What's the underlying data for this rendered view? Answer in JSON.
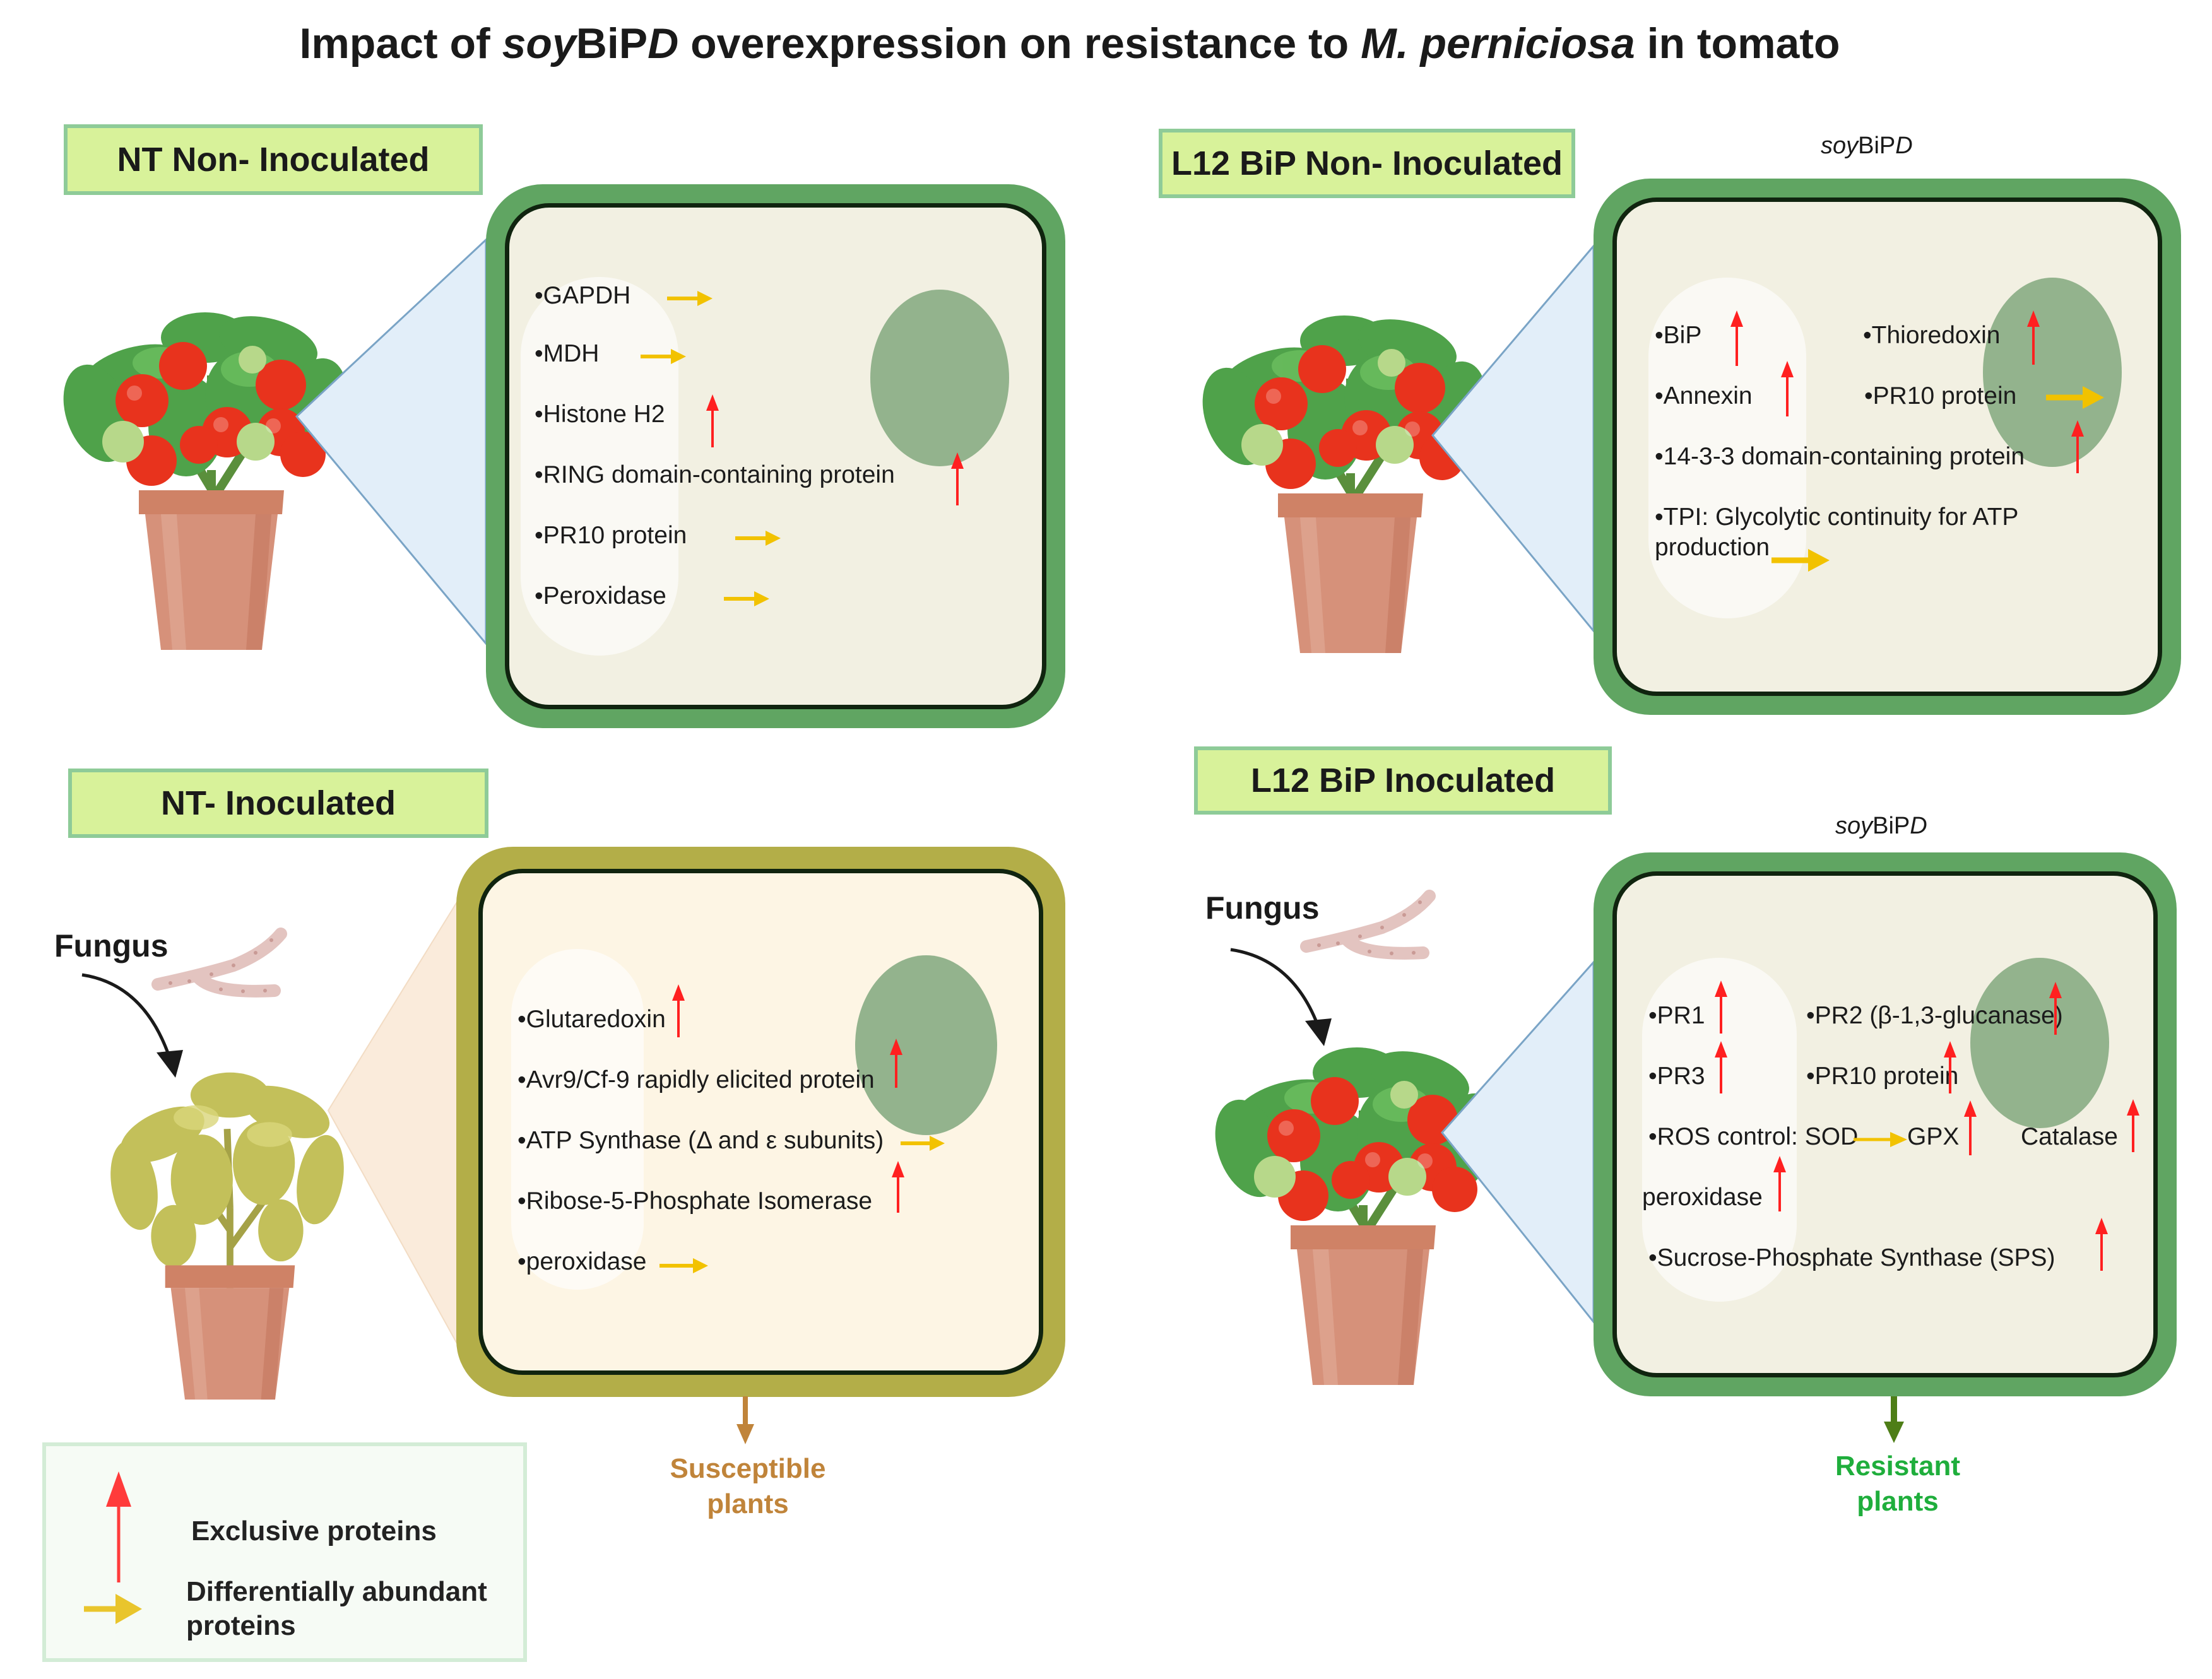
{
  "title": {
    "part1": "Impact of ",
    "gene_italic": "soy",
    "gene_mid": "BiP",
    "gene_italic2": "D",
    "part2": " overexpression on resistance to ",
    "species_italic": "M. perniciosa",
    "part3": " in tomato"
  },
  "colors": {
    "exclusive_arrow": "#ff2020",
    "differential_arrow": "#f2c200",
    "healthy_cell_wall": "#60a562",
    "diseased_cell_wall": "#b3ae48",
    "cytoplasm_healthy": "#f2f0e2",
    "cytoplasm_diseased": "#fdf5e4",
    "nucleus": "#93b38d",
    "label_fill": "#d8f29a",
    "susceptible_text": "#c0843a",
    "resistant_text": "#1fae3c"
  },
  "panels": {
    "nt_non_inoculated": {
      "label": "NT Non- Inoculated",
      "plant": "healthy-tomato-plant",
      "proteins": [
        {
          "text": "•GAPDH",
          "marker": "differential"
        },
        {
          "text": "•MDH",
          "marker": "differential"
        },
        {
          "text": "•Histone H2",
          "marker": "exclusive"
        },
        {
          "text": "•RING domain-containing protein",
          "marker": "exclusive"
        },
        {
          "text": "•PR10 protein",
          "marker": "differential"
        },
        {
          "text": "•Peroxidase",
          "marker": "differential"
        }
      ]
    },
    "l12_non_inoculated": {
      "label": "L12 BiP Non- Inoculated",
      "transgene": {
        "italic": "soy",
        "mid": "BiP",
        "italic2": "D"
      },
      "plant": "healthy-tomato-plant",
      "proteins": [
        {
          "text": "•BiP",
          "marker": "exclusive"
        },
        {
          "text": "•Thioredoxin",
          "marker": "exclusive"
        },
        {
          "text": "•Annexin",
          "marker": "exclusive"
        },
        {
          "text": "•PR10 protein",
          "marker": "differential"
        },
        {
          "text": "•14-3-3 domain-containing protein",
          "marker": "exclusive"
        },
        {
          "text": "•TPI: Glycolytic continuity for ATP",
          "text2": "production",
          "marker": "differential"
        }
      ]
    },
    "nt_inoculated": {
      "label": "NT- Inoculated",
      "fungus_label": "Fungus",
      "plant": "wilted-tomato-plant",
      "proteins": [
        {
          "text": "•Glutaredoxin",
          "marker": "exclusive"
        },
        {
          "text": "•Avr9/Cf-9 rapidly elicited protein",
          "marker": "exclusive"
        },
        {
          "text": "•ATP Synthase (Δ and ε subunits)",
          "marker": "differential"
        },
        {
          "text": "•Ribose-5-Phosphate Isomerase",
          "marker": "exclusive"
        },
        {
          "text": "•peroxidase",
          "marker": "differential"
        }
      ],
      "outcome": {
        "line1": "Susceptible",
        "line2": "plants"
      }
    },
    "l12_inoculated": {
      "label": "L12 BiP  Inoculated",
      "transgene": {
        "italic": "soy",
        "mid": "BiP",
        "italic2": "D"
      },
      "fungus_label": "Fungus",
      "plant": "healthy-tomato-plant",
      "proteins": [
        {
          "text": "•PR1",
          "marker": "exclusive"
        },
        {
          "text": "•PR2 (β-1,3-glucanase)",
          "marker": "exclusive"
        },
        {
          "text": "•PR3",
          "marker": "exclusive"
        },
        {
          "text": "•PR10 protein",
          "marker": "exclusive"
        },
        {
          "text": "•ROS control: SOD",
          "marker": "differential"
        },
        {
          "text": "GPX",
          "marker": "exclusive"
        },
        {
          "text": "Catalase",
          "marker": "exclusive"
        },
        {
          "text": "peroxidase",
          "marker": "exclusive"
        },
        {
          "text": "•Sucrose-Phosphate Synthase (SPS)",
          "marker": "exclusive"
        }
      ],
      "outcome": {
        "line1": "Resistant",
        "line2": "plants"
      }
    }
  },
  "legend": {
    "items": [
      {
        "icon": "red-up-arrow",
        "label": "Exclusive proteins"
      },
      {
        "icon": "yellow-right-arrow",
        "label_line1": "Differentially abundant",
        "label_line2": "proteins"
      }
    ]
  }
}
